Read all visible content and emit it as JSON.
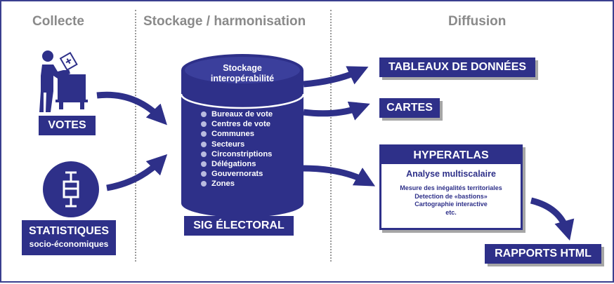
{
  "columns": {
    "collecte": "Collecte",
    "stockage": "Stockage / harmonisation",
    "diffusion": "Diffusion"
  },
  "votes_label": "VOTES",
  "statistiques": {
    "title": "STATISTIQUES",
    "subtitle": "socio-économiques"
  },
  "cylinder": {
    "title_line1": "Stockage",
    "title_line2": "interopérabilité",
    "items": [
      "Bureaux de vote",
      "Centres de vote",
      "Communes",
      "Secteurs",
      "Circonstriptions",
      "Délégations",
      "Gouvernorats",
      "Zones"
    ]
  },
  "sig_label": "SIG ÉLECTORAL",
  "outputs": {
    "tableaux": "TABLEAUX DE DONNÉES",
    "cartes": "CARTES",
    "rapports": "RAPPORTS HTML"
  },
  "hyperatlas": {
    "title": "HYPERATLAS",
    "subtitle": "Analyse multiscalaire",
    "items": [
      "Mesure des inégalités territoriales",
      "Detection de «bastions»",
      "Cartographie interactive",
      "etc."
    ]
  },
  "colors": {
    "primary": "#2e3089",
    "cylinder_top": "#4b4fa8",
    "bullet": "#b9bbe0",
    "column_title": "#8a8a8a",
    "shadow": "#a6a6a6"
  },
  "icons": {
    "votes": "ballot-box-voter-icon",
    "statistiques": "boxplot-icon"
  }
}
